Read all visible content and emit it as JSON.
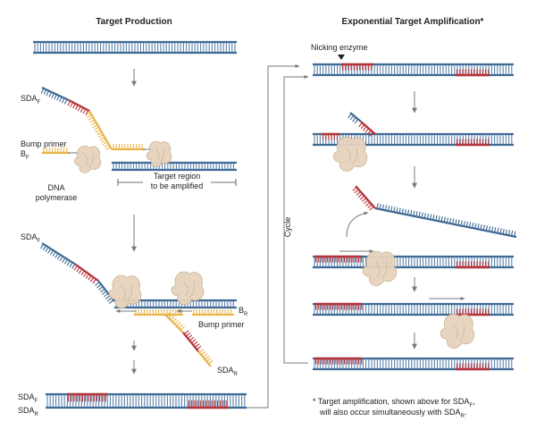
{
  "titles": {
    "left": "Target Production",
    "right": "Exponential Target Amplification*"
  },
  "labels": {
    "sdaf_base": "SDA",
    "sdaf_sub": "F",
    "sdar_base": "SDA",
    "sdar_sub": "R",
    "bump_primer": "Bump primer",
    "bf_base": "B",
    "bf_sub": "F",
    "br_base": "B",
    "br_sub": "R",
    "dna": "DNA",
    "polymerase": "polymerase",
    "target_region_1": "Target region",
    "target_region_2": "to be amplified",
    "nicking_enzyme": "Nicking enzyme",
    "cycle": "Cycle"
  },
  "footnote": {
    "line1_base": "* Target amplification, shown above for SDA",
    "line1_sub": "F",
    "line1_end": ",",
    "line2_base": "will also occur simultaneously with SDA",
    "line2_sub": "R",
    "line2_end": "."
  },
  "colors": {
    "blue": "#3f6a94",
    "rung": "#5d84ad",
    "red": "#b73239",
    "yellow": "#e8b64a",
    "enzyme": "#e6d3bd",
    "enzymeEdge": "#c9b296",
    "arrow": "#7a7a7a",
    "text": "#222222"
  }
}
